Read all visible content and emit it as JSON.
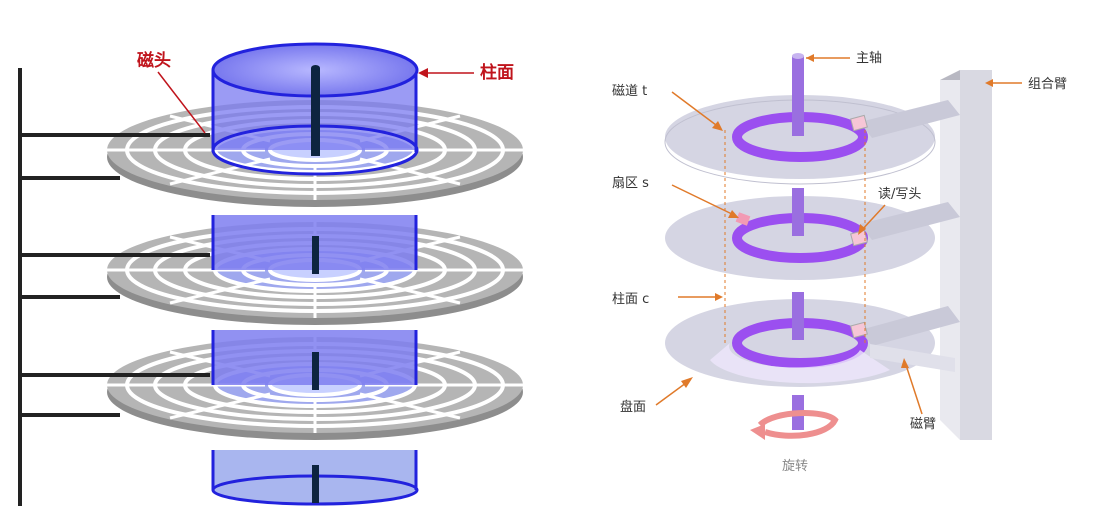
{
  "left_diagram": {
    "labels": {
      "head": "磁头",
      "cylinder": "柱面"
    },
    "colors": {
      "label": "#c0141c",
      "platter": "#8a8a8a",
      "cylinder": "#3a3ae6",
      "cylinder_fill": "#8c8cf0",
      "spindle": "#0d2440",
      "arms": "#222222"
    }
  },
  "right_diagram": {
    "labels": {
      "spindle": "主轴",
      "track": "磁道 t",
      "sector": "扇区 s",
      "cylinder": "柱面 c",
      "surface": "盘面",
      "rw_head": "读/写头",
      "comb_arm": "组合臂",
      "arm": "磁臂",
      "rotation": "旋转"
    },
    "colors": {
      "arrow": "#e07a2a",
      "track": "#9b4ff0",
      "platter": "#d8d8e8",
      "spindle": "#9a6fe0",
      "rotation": "#ee8f8f"
    }
  }
}
